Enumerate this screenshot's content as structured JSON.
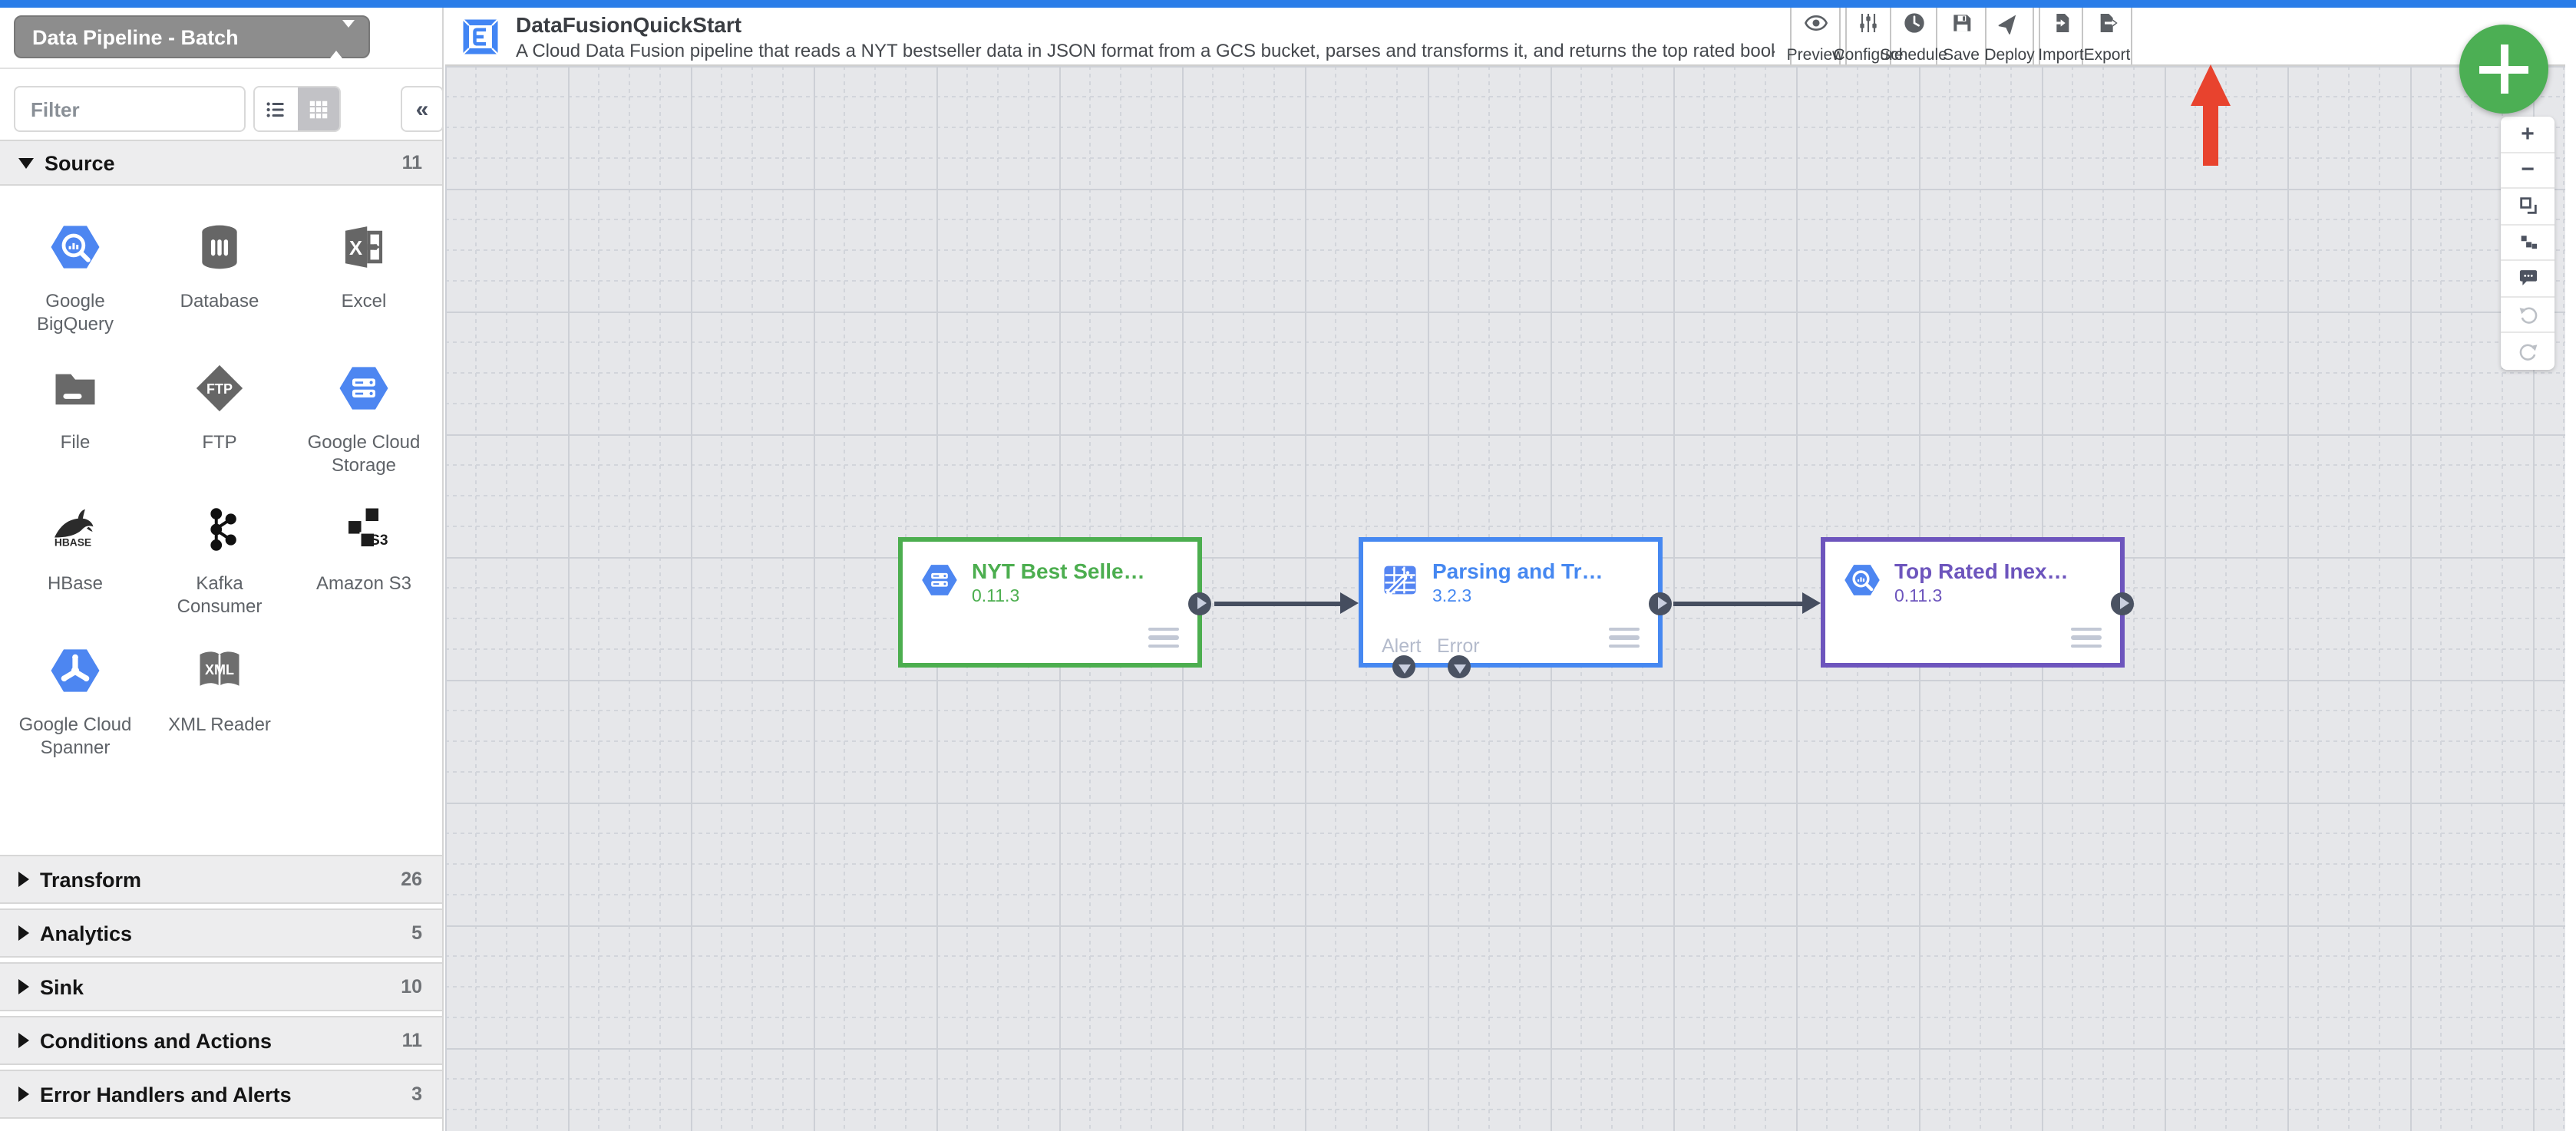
{
  "pipeline_type": {
    "label": "Data Pipeline - Batch"
  },
  "sidebar": {
    "filter": {
      "placeholder": "Filter"
    },
    "collapse_glyph": "«",
    "source": {
      "label": "Source",
      "count": "11"
    },
    "plugins": [
      {
        "label": "Google BigQuery"
      },
      {
        "label": "Database"
      },
      {
        "label": "Excel"
      },
      {
        "label": "File"
      },
      {
        "label": "FTP"
      },
      {
        "label": "Google Cloud Storage"
      },
      {
        "label": "HBase"
      },
      {
        "label": "Kafka Consumer"
      },
      {
        "label": "Amazon S3"
      },
      {
        "label": "Google Cloud Spanner"
      },
      {
        "label": "XML Reader"
      }
    ],
    "sections": [
      {
        "label": "Transform",
        "count": "26"
      },
      {
        "label": "Analytics",
        "count": "5"
      },
      {
        "label": "Sink",
        "count": "10"
      },
      {
        "label": "Conditions and Actions",
        "count": "11"
      },
      {
        "label": "Error Handlers and Alerts",
        "count": "3"
      }
    ]
  },
  "header": {
    "title": "DataFusionQuickStart",
    "description": "A Cloud Data Fusion pipeline that reads a NYT bestseller data in JSON format from a GCS bucket, parses and transforms it, and returns the top rated book...",
    "actions": [
      {
        "label": "Preview"
      },
      {
        "label": "Configure"
      },
      {
        "label": "Schedule"
      },
      {
        "label": "Save"
      },
      {
        "label": "Deploy"
      },
      {
        "label": "Import"
      },
      {
        "label": "Export"
      }
    ]
  },
  "canvas": {
    "nodes": [
      {
        "title": "NYT Best Selle…",
        "version": "0.11.3",
        "accent": "#4cae4f"
      },
      {
        "title": "Parsing and Tr…",
        "version": "3.2.3",
        "accent": "#4688f1",
        "alert_label": "Alert",
        "error_label": "Error"
      },
      {
        "title": "Top Rated Inex…",
        "version": "0.11.3",
        "accent": "#6d55bd"
      }
    ]
  },
  "colors": {
    "topbar": "#2a7de8",
    "plus_button": "#4caf54",
    "annotation_arrow": "#e8432e",
    "canvas_background": "#e6e7ea"
  }
}
